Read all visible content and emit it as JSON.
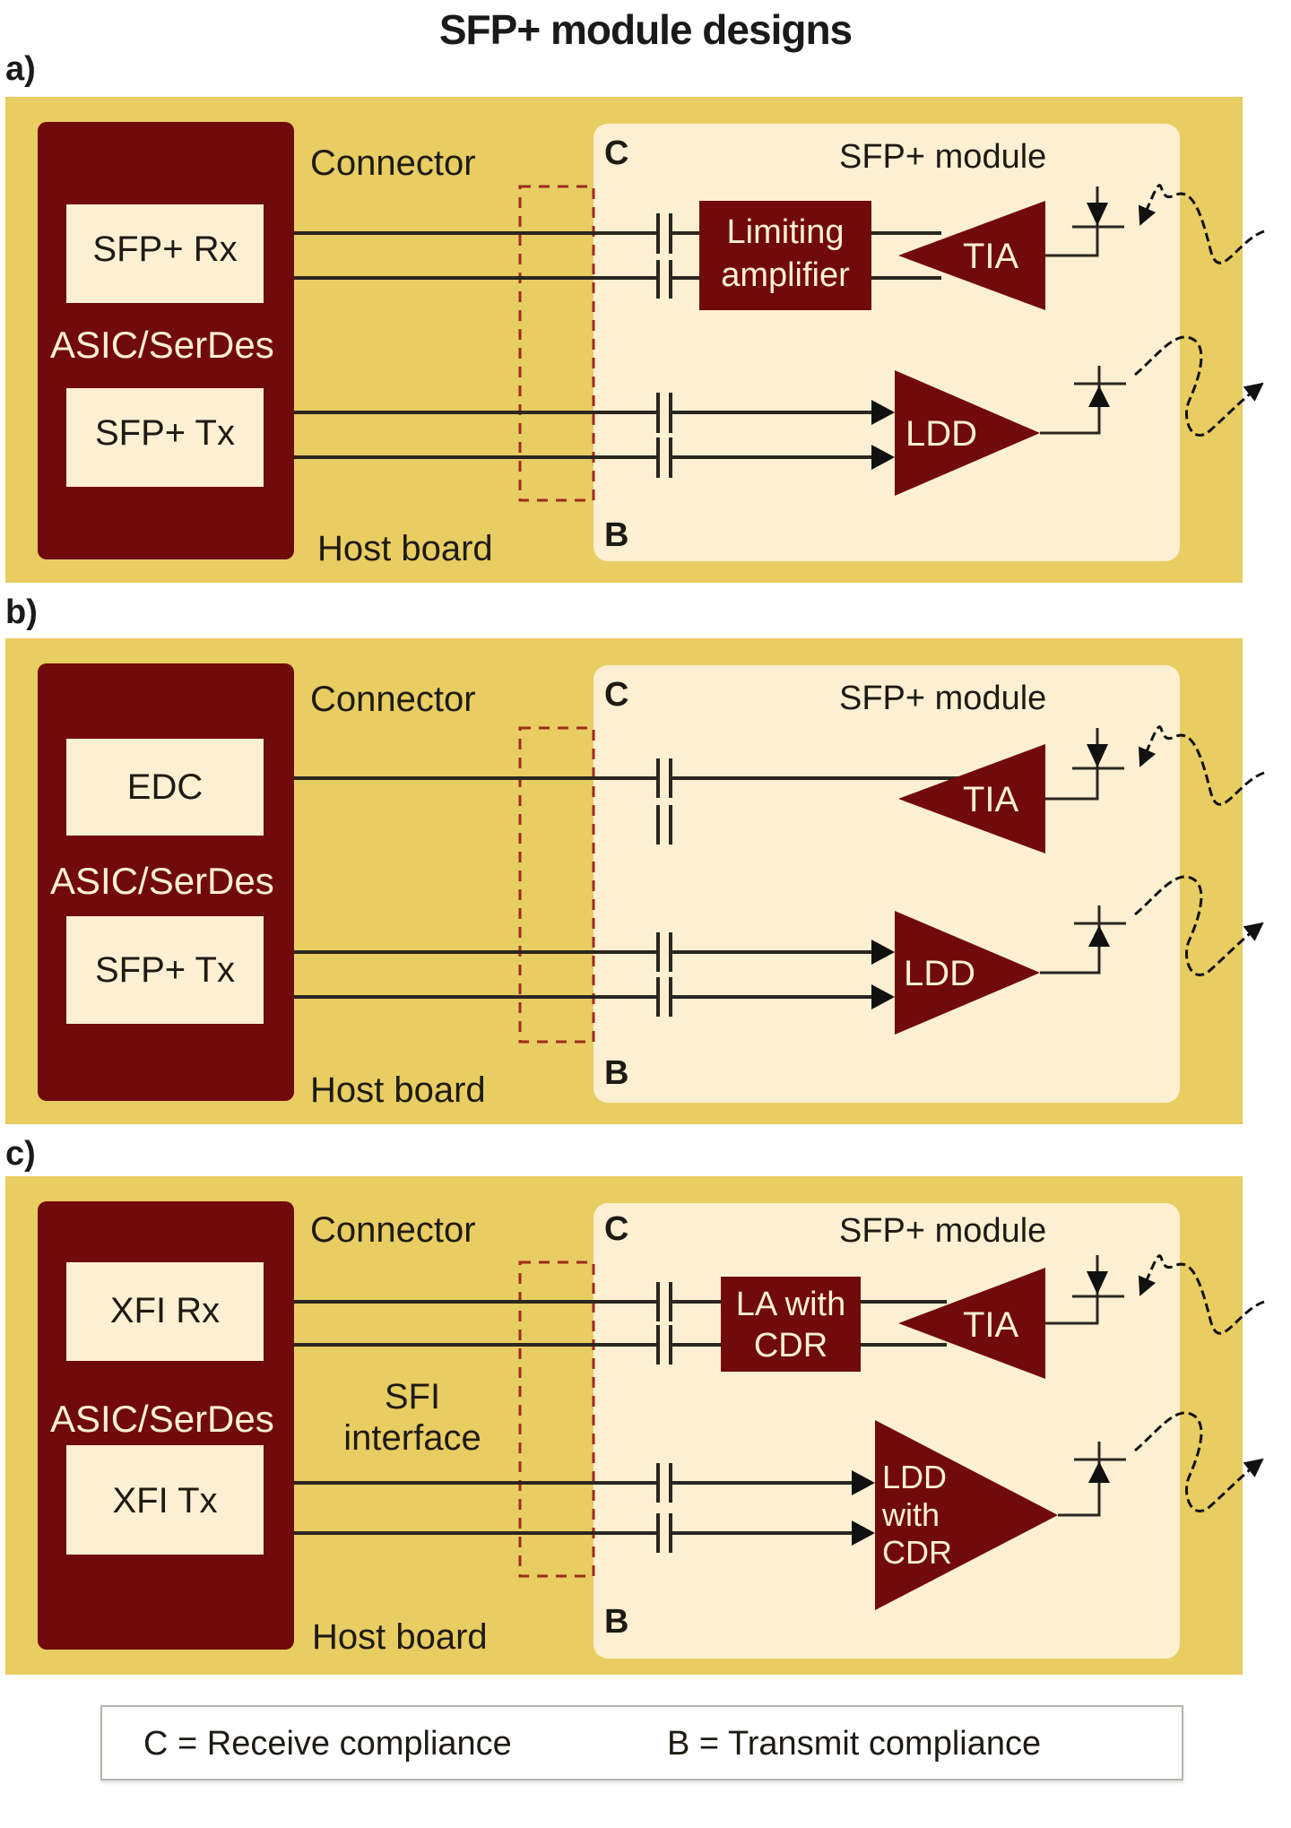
{
  "title": "SFP+ module designs",
  "colors": {
    "host_board": "#e8cd62",
    "module_bg": "#fdf0d2",
    "asic": "#710a0a",
    "chip": "#710a0a",
    "wire": "#2a2620",
    "dashed_connector": "#9e2a1e",
    "sub_block": "#fdf0d2"
  },
  "panels": [
    {
      "letter": "a)",
      "connector_label": "Connector",
      "host_board_label": "Host board",
      "asic_label": "ASIC/SerDes",
      "rx_block": "SFP+ Rx",
      "tx_block": "SFP+ Tx",
      "module_label": "SFP+ module",
      "point_c": "C",
      "point_b": "B",
      "rx_chip": "Limiting amplifier",
      "rx_chip_lines": [
        "Limiting",
        "amplifier"
      ],
      "tia_label": "TIA",
      "tx_driver_lines": [
        "LDD"
      ]
    },
    {
      "letter": "b)",
      "connector_label": "Connector",
      "host_board_label": "Host board",
      "asic_label": "ASIC/SerDes",
      "rx_block": "EDC",
      "tx_block": "SFP+ Tx",
      "module_label": "SFP+ module",
      "point_c": "C",
      "point_b": "B",
      "tia_label": "TIA",
      "tx_driver_lines": [
        "LDD"
      ]
    },
    {
      "letter": "c)",
      "connector_label": "Connector",
      "host_board_label": "Host board",
      "asic_label": "ASIC/SerDes",
      "rx_block": "XFI Rx",
      "tx_block": "XFI Tx",
      "interface_label": "SFI interface",
      "interface_lines": [
        "SFI",
        "interface"
      ],
      "module_label": "SFP+ module",
      "point_c": "C",
      "point_b": "B",
      "rx_chip": "LA with CDR",
      "rx_chip_lines": [
        "LA with",
        "CDR"
      ],
      "tia_label": "TIA",
      "tx_driver_lines": [
        "LDD",
        "with",
        "CDR"
      ]
    }
  ],
  "legend": {
    "receive": "C = Receive compliance",
    "transmit": "B = Transmit compliance"
  }
}
